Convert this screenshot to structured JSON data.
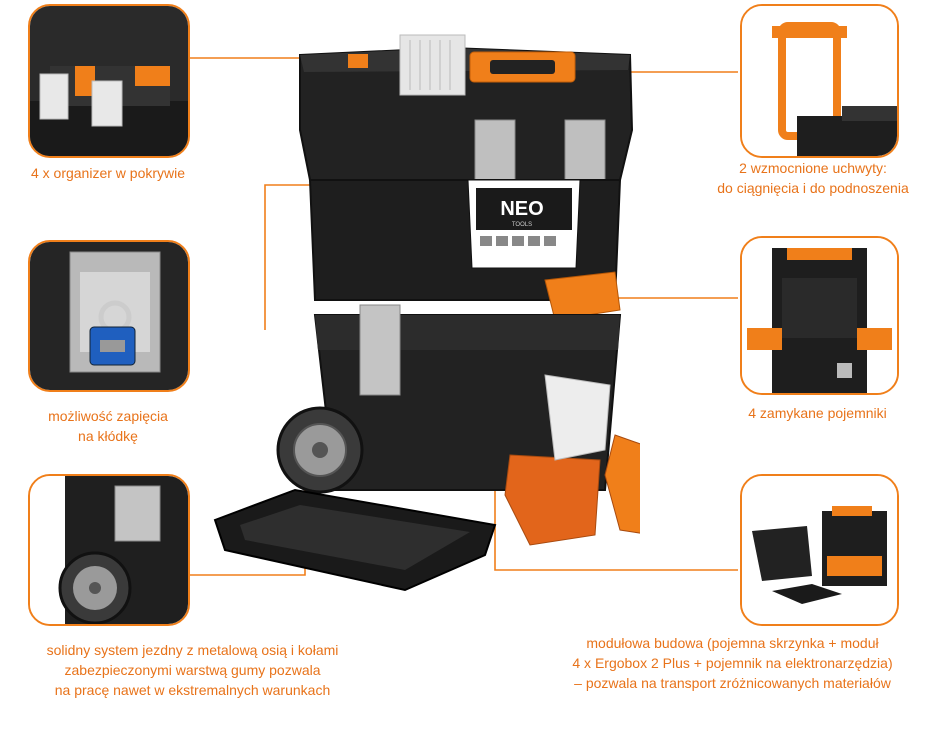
{
  "brand": {
    "logo_text": "NEO",
    "logo_sub": "TOOLS"
  },
  "colors": {
    "accent": "#f07f1a",
    "caption": "#e8731a",
    "box_body": "#1e1e1e",
    "box_plastic": "#2b2b2b"
  },
  "captions": {
    "organizer": "4 x organizer w pokrywie",
    "padlock_line1": "możliwość zapięcia",
    "padlock_line2": "na kłódkę",
    "wheels_line1": "solidny system jezdny z metalową osią i kołami",
    "wheels_line2": "zabezpieczonymi warstwą gumy pozwala",
    "wheels_line3": "na pracę nawet w ekstremalnych warunkach",
    "handles_line1": "2 wzmocnione uchwyty:",
    "handles_line2": "do ciągnięcia i do podnoszenia",
    "containers": "4 zamykane pojemniki",
    "modular_line1": "modułowa budowa (pojemna skrzynka + moduł",
    "modular_line2": "4 x Ergobox 2 Plus + pojemnik na elektronarzędzia)",
    "modular_line3": "– pozwala na  transport zróżnicowanych materiałów"
  }
}
